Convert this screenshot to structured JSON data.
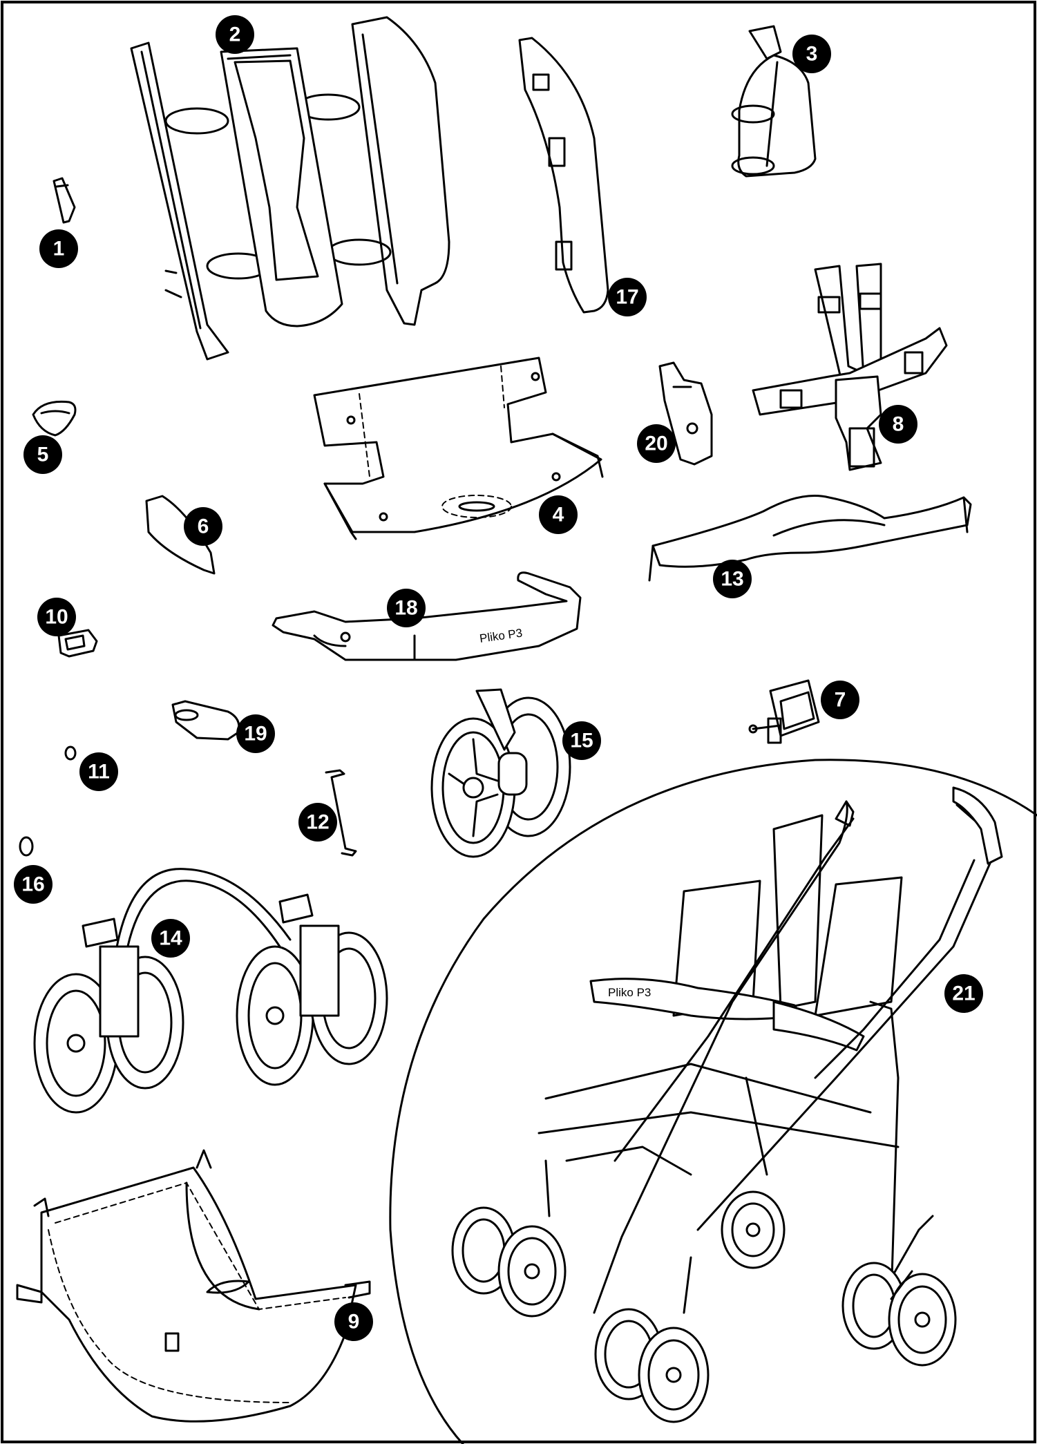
{
  "callouts": [
    {
      "id": "1",
      "label": "1"
    },
    {
      "id": "2",
      "label": "2"
    },
    {
      "id": "3",
      "label": "3"
    },
    {
      "id": "4",
      "label": "4"
    },
    {
      "id": "5",
      "label": "5"
    },
    {
      "id": "6",
      "label": "6"
    },
    {
      "id": "7",
      "label": "7"
    },
    {
      "id": "8",
      "label": "8"
    },
    {
      "id": "9",
      "label": "9"
    },
    {
      "id": "10",
      "label": "10"
    },
    {
      "id": "11",
      "label": "11"
    },
    {
      "id": "12",
      "label": "12"
    },
    {
      "id": "13",
      "label": "13"
    },
    {
      "id": "14",
      "label": "14"
    },
    {
      "id": "15",
      "label": "15"
    },
    {
      "id": "16",
      "label": "16"
    },
    {
      "id": "17",
      "label": "17"
    },
    {
      "id": "18",
      "label": "18"
    },
    {
      "id": "19",
      "label": "19"
    },
    {
      "id": "20",
      "label": "20"
    },
    {
      "id": "21",
      "label": "21"
    }
  ],
  "bumper_bar_brand": "Pliko P3",
  "stroller_tray_brand": "Pliko P3",
  "colors": {
    "line": "#000000",
    "marker_fill": "#000000",
    "marker_text": "#ffffff",
    "background": "#ffffff"
  }
}
